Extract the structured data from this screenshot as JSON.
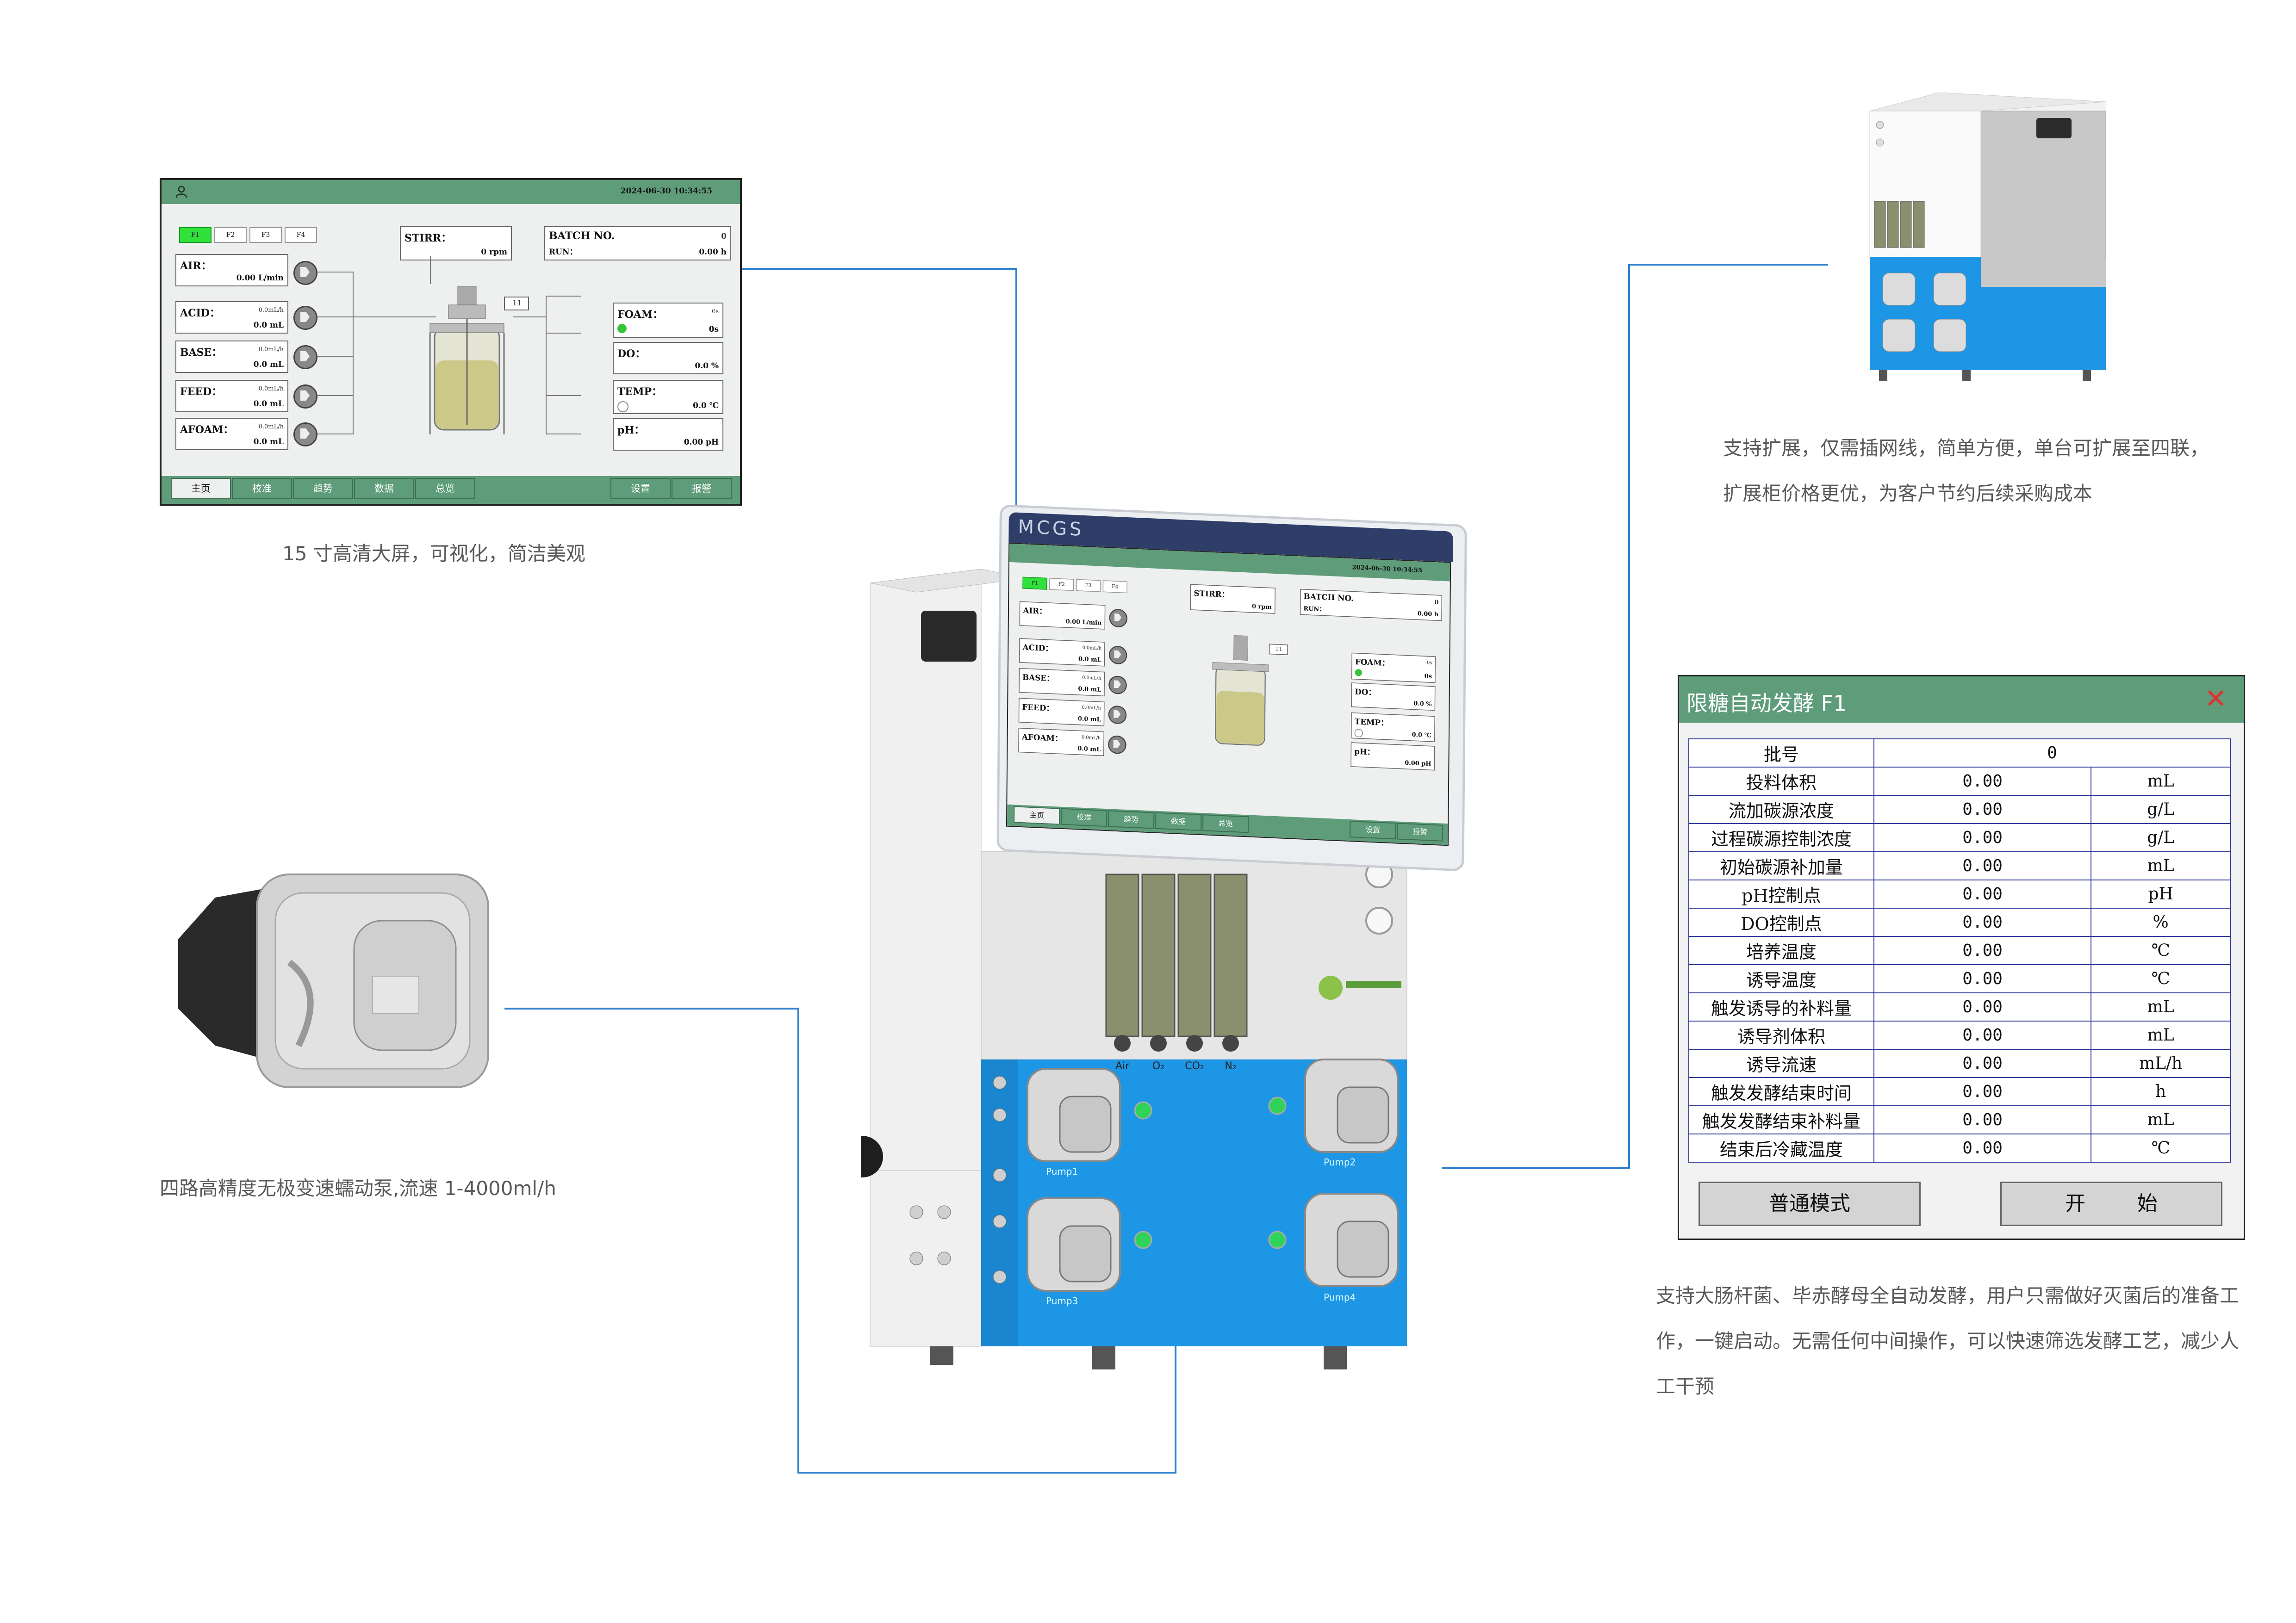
{
  "captions": {
    "screen": "15 寸高清大屏，可视化，简洁美观",
    "pump": "四路高精度无极变速蠕动泵,流速 1-4000ml/h",
    "expansion_line1": "支持扩展，仅需插网线，简单方便，单台可扩展至四联，",
    "expansion_line2": "扩展柜价格更优，为客户节约后续采购成本",
    "auto_line1": "支持大肠杆菌、毕赤酵母全自动发酵，用户只需做好灭菌后的准备工",
    "auto_line2": "作，一键启动。无需任何中间操作，可以快速筛选发酵工艺，减少人",
    "auto_line3": "工干预"
  },
  "hmi": {
    "datetime": "2024-06-30 10:34:55",
    "tabs": [
      "F1",
      "F2",
      "F3",
      "F4"
    ],
    "stirr": {
      "label": "STIRR：",
      "value": "0 rpm"
    },
    "batch": {
      "label": "BATCH NO.",
      "value": "0",
      "run_label": "RUN：",
      "run_value": "0.00 h"
    },
    "indicator": "11",
    "air": {
      "label": "AIR：",
      "value": "0.00 L/min"
    },
    "acid": {
      "label": "ACID：",
      "rate": "0.0mL/h",
      "value": "0.0 mL"
    },
    "base": {
      "label": "BASE：",
      "rate": "0.0mL/h",
      "value": "0.0 mL"
    },
    "feed": {
      "label": "FEED：",
      "rate": "0.0mL/h",
      "value": "0.0 mL"
    },
    "afoam": {
      "label": "AFOAM：",
      "rate": "0.0mL/h",
      "value": "0.0 mL"
    },
    "foam": {
      "label": "FOAM：",
      "t1": "0s",
      "t2": "0s"
    },
    "do": {
      "label": "DO：",
      "value": "0.0 %"
    },
    "temp": {
      "label": "TEMP：",
      "value": "0.0 ℃"
    },
    "ph": {
      "label": "pH：",
      "value": "0.00 pH"
    },
    "nav": [
      "主页",
      "校准",
      "趋势",
      "数据",
      "总览",
      "设置",
      "报警"
    ]
  },
  "device": {
    "brand": "MCGS",
    "flowmeters": [
      "Air",
      "O₂",
      "CO₂",
      "N₂"
    ],
    "pumps": [
      "Pump1",
      "Pump2",
      "Pump3",
      "Pump4"
    ],
    "colors": {
      "blue": "#1e96e6",
      "screen_frame": "#2f3e69",
      "green_accent": "#5e9c7a"
    }
  },
  "dialog": {
    "title": "限糖自动发酵 F1",
    "rows": [
      {
        "name": "批号",
        "value": "0",
        "unit": ""
      },
      {
        "name": "投料体积",
        "value": "0.00",
        "unit": "mL"
      },
      {
        "name": "流加碳源浓度",
        "value": "0.00",
        "unit": "g/L"
      },
      {
        "name": "过程碳源控制浓度",
        "value": "0.00",
        "unit": "g/L"
      },
      {
        "name": "初始碳源补加量",
        "value": "0.00",
        "unit": "mL"
      },
      {
        "name": "pH控制点",
        "value": "0.00",
        "unit": "pH"
      },
      {
        "name": "DO控制点",
        "value": "0.00",
        "unit": "%"
      },
      {
        "name": "培养温度",
        "value": "0.00",
        "unit": "℃"
      },
      {
        "name": "诱导温度",
        "value": "0.00",
        "unit": "℃"
      },
      {
        "name": "触发诱导的补料量",
        "value": "0.00",
        "unit": "mL"
      },
      {
        "name": "诱导剂体积",
        "value": "0.00",
        "unit": "mL"
      },
      {
        "name": "诱导流速",
        "value": "0.00",
        "unit": "mL/h"
      },
      {
        "name": "触发发酵结束时间",
        "value": "0.00",
        "unit": "h"
      },
      {
        "name": "触发发酵结束补料量",
        "value": "0.00",
        "unit": "mL"
      },
      {
        "name": "结束后冷藏温度",
        "value": "0.00",
        "unit": "℃"
      }
    ],
    "buttons": {
      "mode": "普通模式",
      "start": "开        始"
    }
  }
}
